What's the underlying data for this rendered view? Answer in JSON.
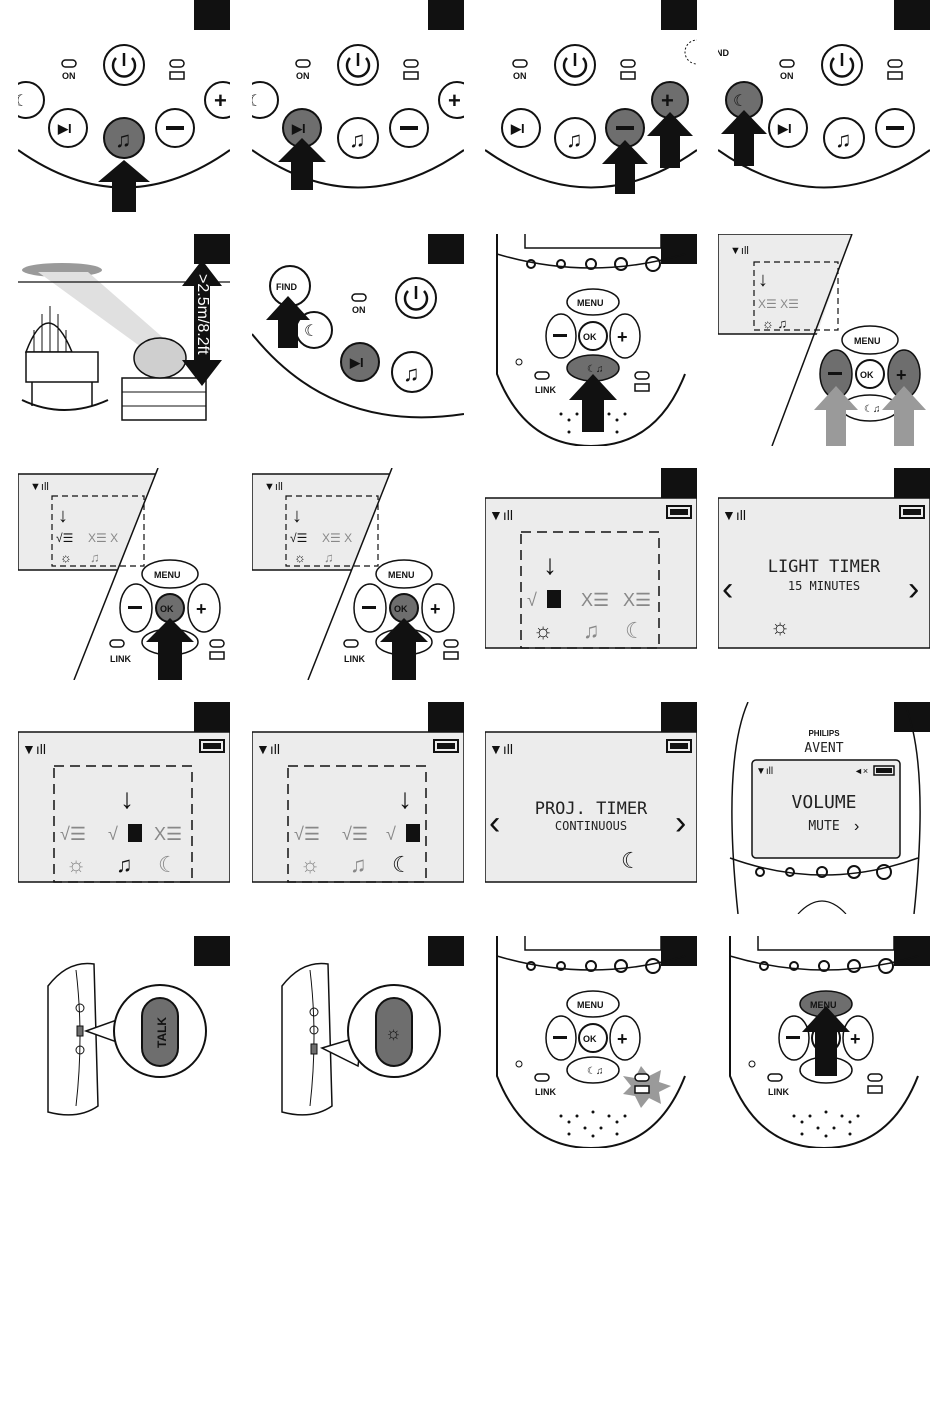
{
  "labels": {
    "on": "ON",
    "find": "FIND",
    "menu": "MENU",
    "ok": "OK",
    "link": "LINK",
    "plus": "+",
    "minus": "−",
    "talk": "TALK",
    "distance": ">2.5m/8.2ft"
  },
  "screens": {
    "light_timer_title": "LIGHT TIMER",
    "light_timer_value": "15 MINUTES",
    "proj_timer_title": "PROJ. TIMER",
    "proj_timer_value": "CONTINUOUS",
    "brand_top": "PHILIPS",
    "brand_main": "AVENT",
    "volume_title": "VOLUME",
    "volume_value": "MUTE"
  },
  "icons": [
    "power-icon",
    "music-icon",
    "play-next-icon",
    "moon-stars-icon",
    "light-bulb-icon",
    "battery-icon",
    "signal-icon",
    "arrow-icon",
    "speaker-mute-icon",
    "night-light-icon"
  ],
  "colors": {
    "ink": "#111111",
    "highlight": "#6e6e6e",
    "lcd_bg": "#ececec",
    "arrow": "#111111",
    "arrow_light": "#9a9a9a"
  }
}
